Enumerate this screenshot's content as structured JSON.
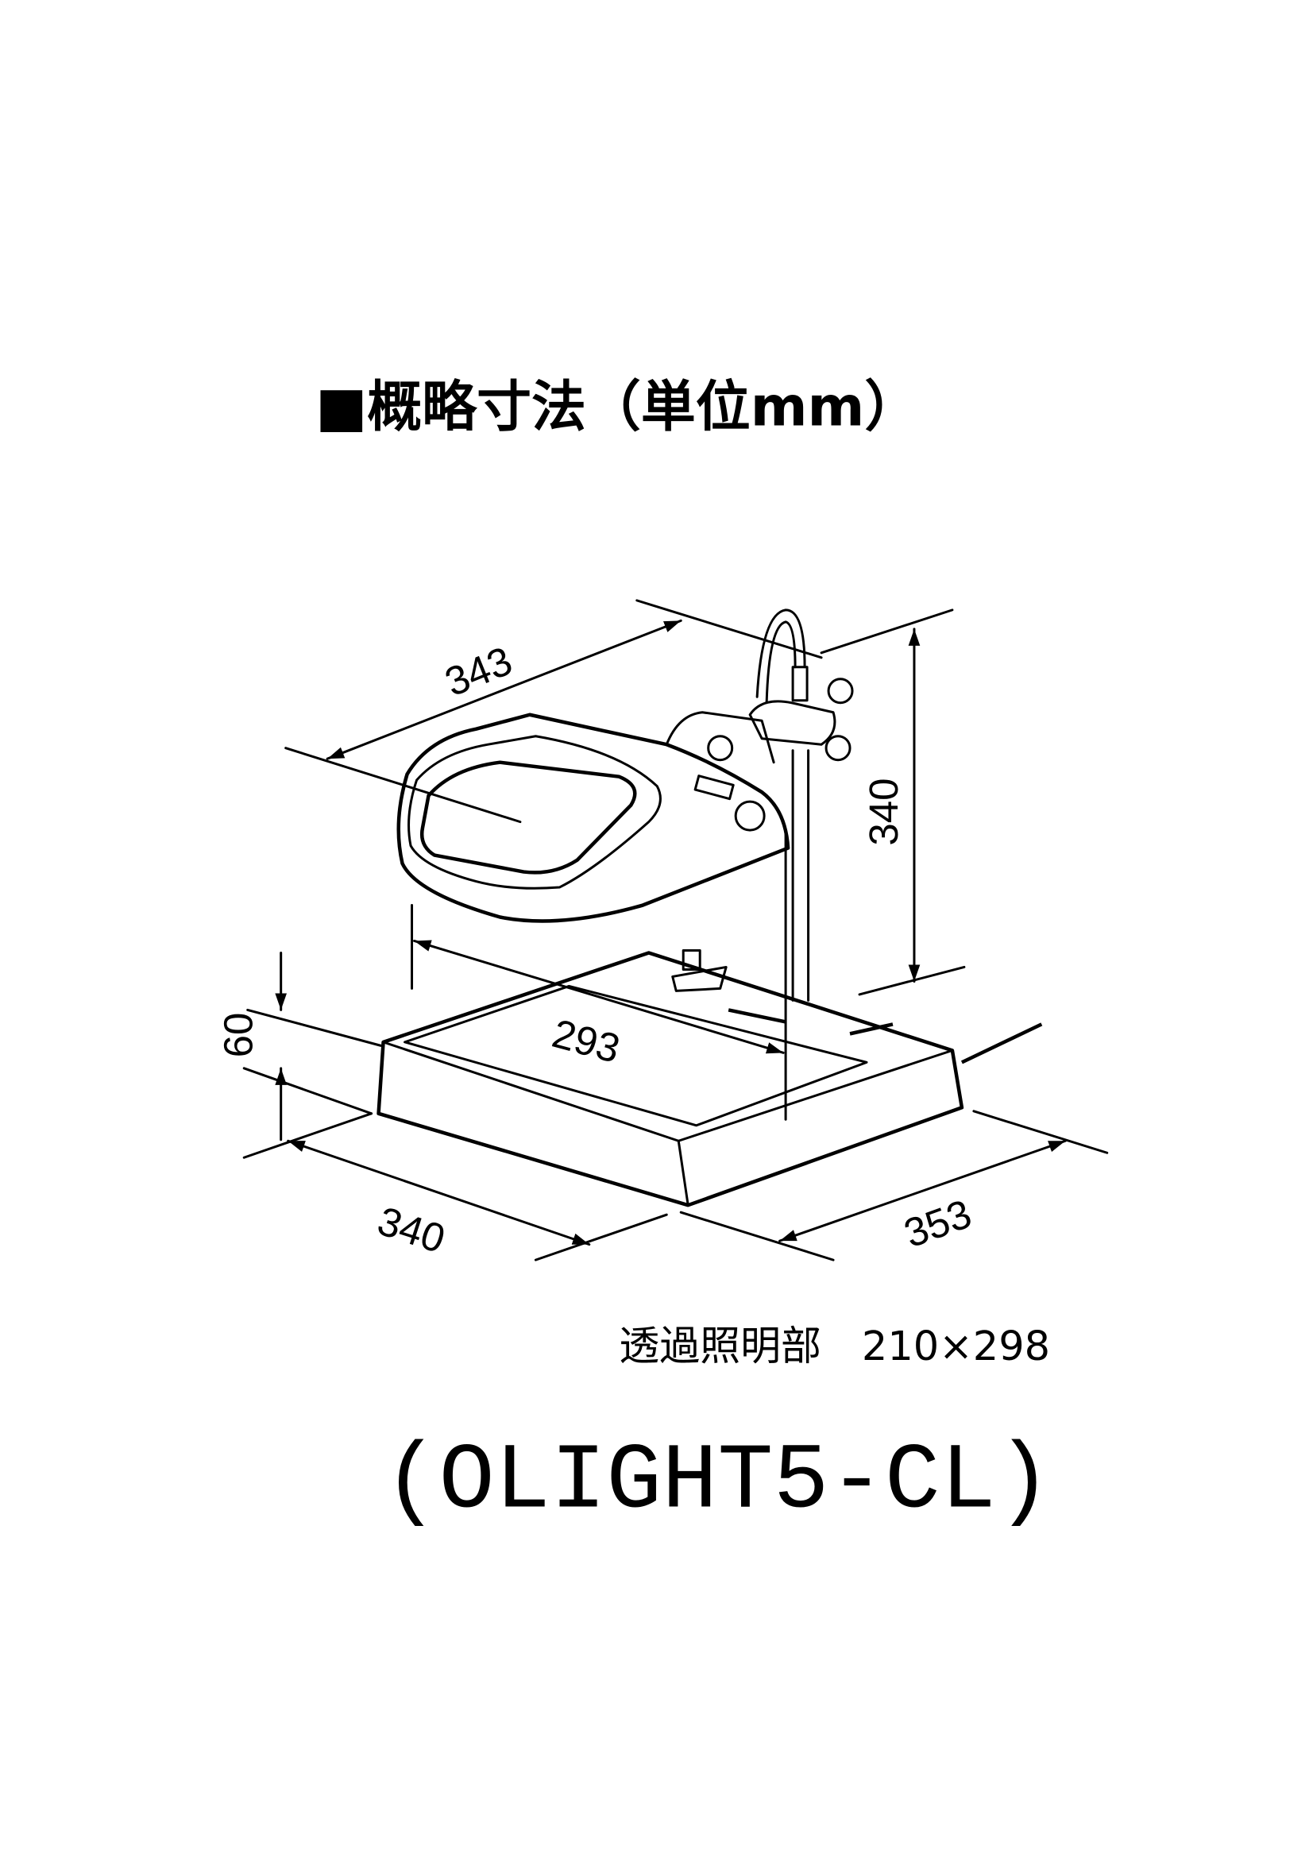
{
  "title": "■概略寸法（単位mm）",
  "dimensions": {
    "lens_width": "343",
    "height": "340",
    "base_height": "60",
    "arm_reach": "293",
    "base_width": "340",
    "base_depth": "353"
  },
  "note": "透過照明部　210×298",
  "model": "(OLIGHT5-CL)"
}
